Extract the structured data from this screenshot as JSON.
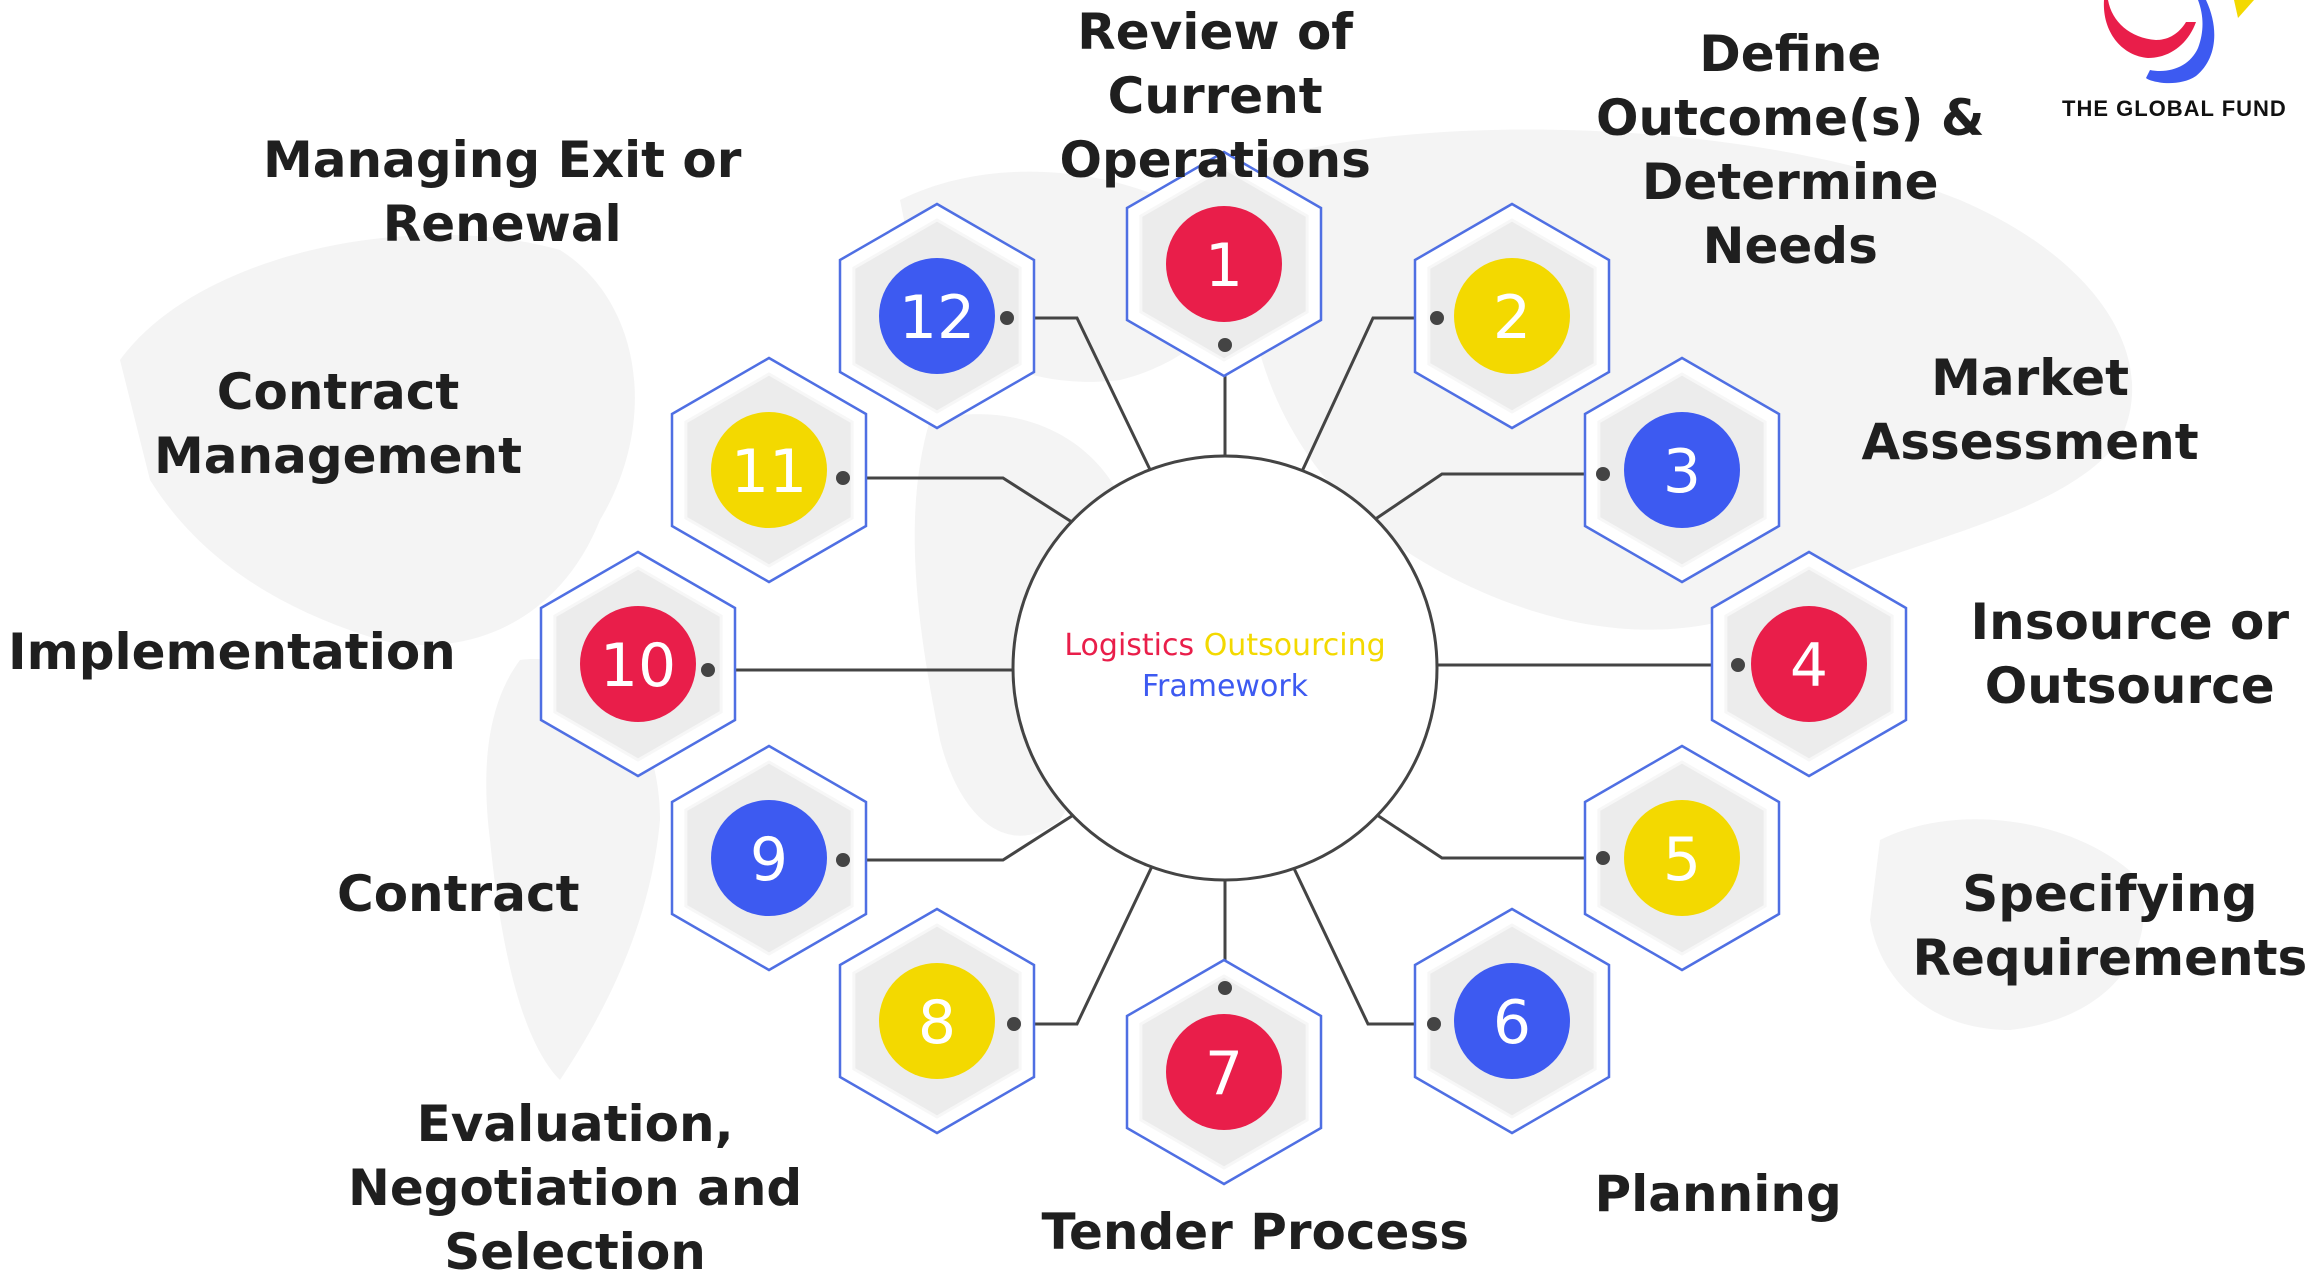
{
  "center": {
    "word1": "Logistics",
    "word2": "Outsourcing",
    "word3": "Framework"
  },
  "colors": {
    "red": "#e91e4a",
    "yellow": "#f3d900",
    "blue": "#3d5af1",
    "hex_stroke": "#4f6fe3",
    "line": "#444444"
  },
  "steps": [
    {
      "number": "1",
      "color": "red",
      "lines": [
        "Review of",
        "Current",
        "Operations"
      ]
    },
    {
      "number": "2",
      "color": "yellow",
      "lines": [
        "Define",
        "Outcome(s) &",
        "Determine",
        "Needs"
      ]
    },
    {
      "number": "3",
      "color": "blue",
      "lines": [
        "Market",
        "Assessment"
      ]
    },
    {
      "number": "4",
      "color": "red",
      "lines": [
        "Insource or",
        "Outsource"
      ]
    },
    {
      "number": "5",
      "color": "yellow",
      "lines": [
        "Specifying",
        "Requirements"
      ]
    },
    {
      "number": "6",
      "color": "blue",
      "lines": [
        "Planning"
      ]
    },
    {
      "number": "7",
      "color": "red",
      "lines": [
        "Tender Process"
      ]
    },
    {
      "number": "8",
      "color": "yellow",
      "lines": [
        "Evaluation,",
        "Negotiation and",
        "Selection"
      ]
    },
    {
      "number": "9",
      "color": "blue",
      "lines": [
        "Contract"
      ]
    },
    {
      "number": "10",
      "color": "red",
      "lines": [
        "Implementation"
      ]
    },
    {
      "number": "11",
      "color": "yellow",
      "lines": [
        "Contract",
        "Management"
      ]
    },
    {
      "number": "12",
      "color": "blue",
      "lines": [
        "Managing Exit or",
        "Renewal"
      ]
    }
  ],
  "logo": {
    "text": "THE GLOBAL FUND",
    "icon": "global-fund-logo-icon"
  },
  "background": {
    "icon": "world-map-icon"
  }
}
